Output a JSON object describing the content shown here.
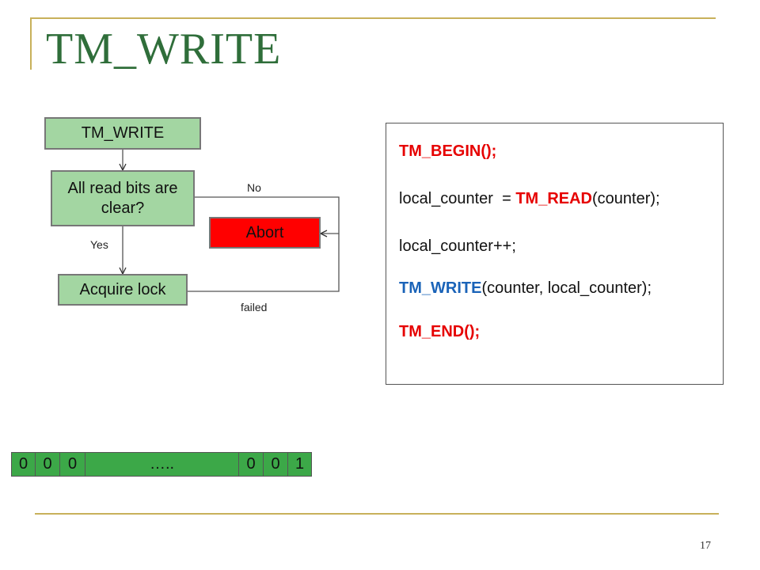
{
  "slide": {
    "title": "TM_WRITE",
    "page_number": "17"
  },
  "flowchart": {
    "start_box": "TM_WRITE",
    "decision_box": "All read bits are clear?",
    "abort_box": "Abort",
    "acquire_box": "Acquire lock",
    "label_no": "No",
    "label_yes": "Yes",
    "label_failed": "failed"
  },
  "code": {
    "line1": "TM_BEGIN();",
    "line2_a": "local_counter  = ",
    "line2_b": "TM_READ",
    "line2_c": "(counter);",
    "line3": "local_counter++;",
    "line4_a": "TM_WRITE",
    "line4_b": "(counter, local_counter);",
    "line5": "TM_END();"
  },
  "bits": {
    "cells": [
      "0",
      "0",
      "0",
      "…..",
      "0",
      "0",
      "1"
    ]
  },
  "colors": {
    "title_green": "#2f6e3a",
    "box_green": "#a3d6a2",
    "abort_red": "#ff0000",
    "keyword_red": "#e60000",
    "keyword_blue": "#1a63b8",
    "bit_green": "#3ca848",
    "accent_line": "#c8b15a"
  }
}
